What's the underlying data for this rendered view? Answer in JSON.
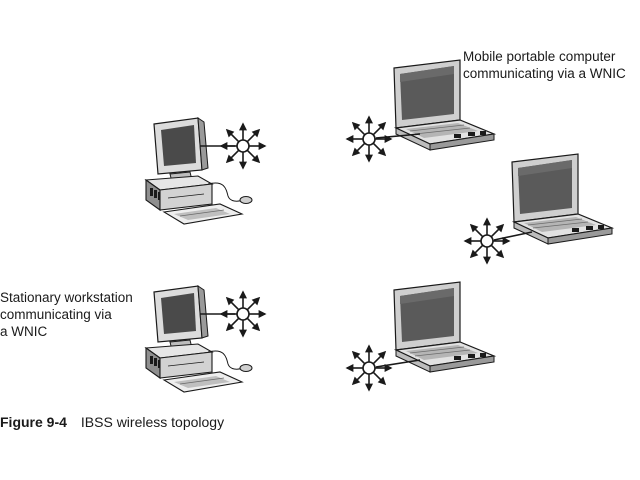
{
  "labels": {
    "mobile": [
      "Mobile portable computer",
      "communicating via a WNIC"
    ],
    "stationary": [
      "Stationary workstation",
      "communicating via",
      "a WNIC"
    ]
  },
  "caption": {
    "figure": "Figure 9-4",
    "text": "IBSS wireless topology"
  },
  "colors": {
    "ink": "#1a1a1a",
    "screen": "#555555",
    "body": "#d9d9d9",
    "shade": "#8c8c8c"
  }
}
